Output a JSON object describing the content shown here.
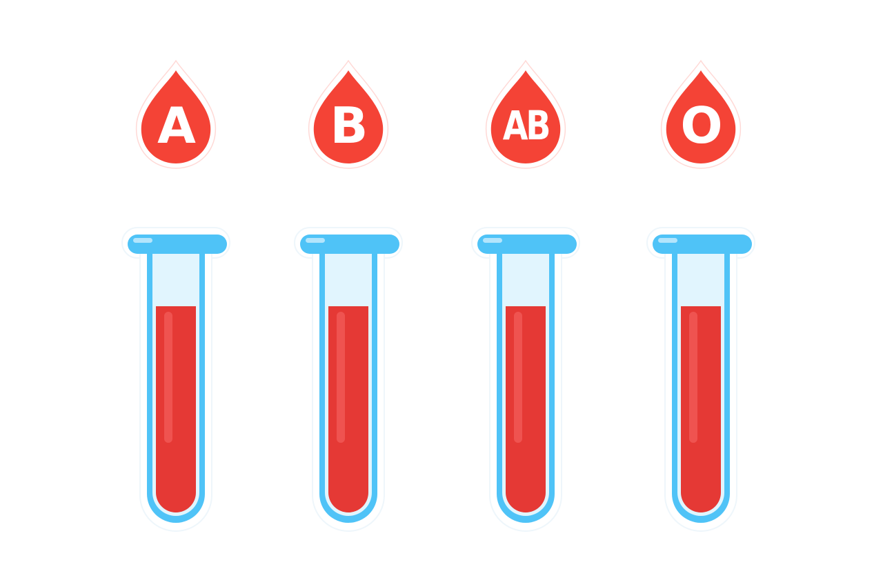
{
  "blood_types": [
    {
      "label": "A",
      "fill_level": 0.78
    },
    {
      "label": "B",
      "fill_level": 0.78
    },
    {
      "label": "AB",
      "fill_level": 0.78
    },
    {
      "label": "O",
      "fill_level": 0.78
    }
  ],
  "colors": {
    "drop_red": "#f44336",
    "blood_red": "#e53935",
    "tube_blue": "#4fc3f7",
    "tube_glass": "#e1f5fe",
    "highlight": "#ef5350"
  },
  "icons": [
    "blood-drop-icon",
    "test-tube-icon"
  ]
}
